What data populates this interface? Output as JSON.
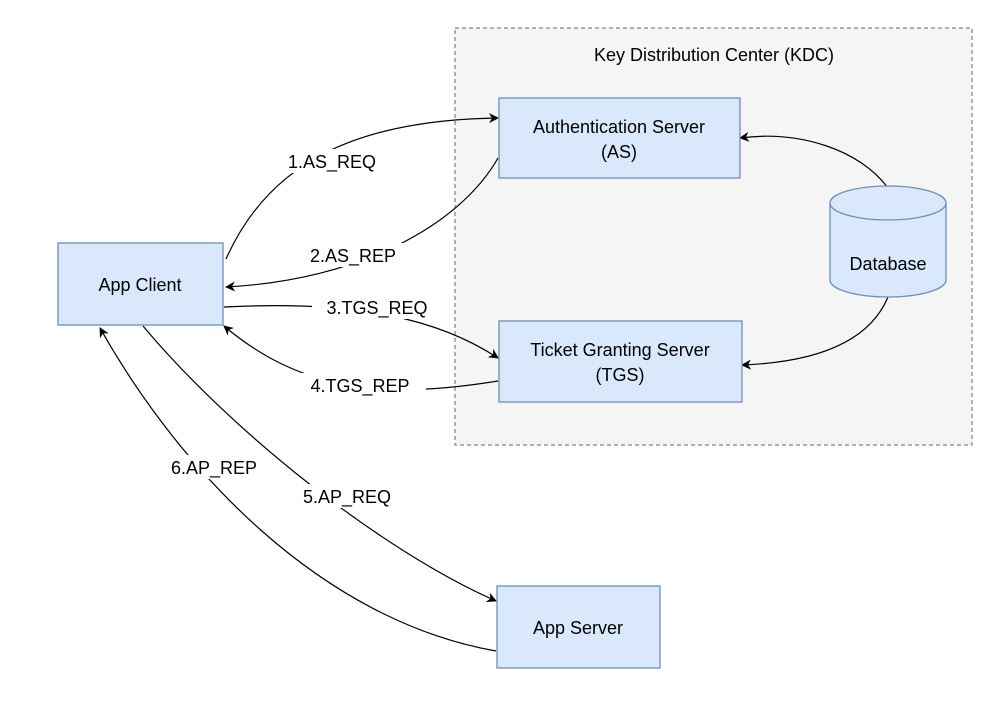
{
  "kdc": {
    "title": "Key Distribution Center (KDC)"
  },
  "nodes": {
    "app_client": {
      "label": "App Client"
    },
    "as": {
      "line1": "Authentication Server",
      "line2": "(AS)"
    },
    "tgs": {
      "line1": "Ticket Granting Server",
      "line2": "(TGS)"
    },
    "database": {
      "label": "Database"
    },
    "app_server": {
      "label": "App Server"
    }
  },
  "edges": {
    "as_req": "1.AS_REQ",
    "as_rep": "2.AS_REP",
    "tgs_req": "3.TGS_REQ",
    "tgs_rep": "4.TGS_REP",
    "ap_req": "5.AP_REQ",
    "ap_rep": "6.AP_REP"
  },
  "colors": {
    "node_fill": "#dae8fc",
    "node_stroke": "#6c8ebf",
    "kdc_fill": "#f5f5f5",
    "kdc_stroke": "#666666"
  }
}
